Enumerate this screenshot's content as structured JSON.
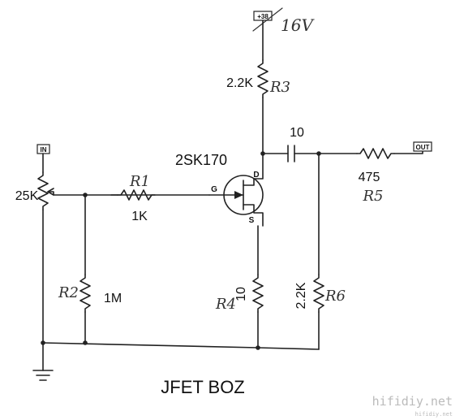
{
  "title": "JFET BOZ",
  "watermark_main": "hifidiy.net",
  "watermark_small": "hifidiy.net",
  "terminals": {
    "in": "IN",
    "out": "OUT",
    "supply_tag": "+38"
  },
  "supply_note": "16V",
  "transistor": {
    "part": "2SK170",
    "gate": "G",
    "drain": "D",
    "source": "S"
  },
  "components": {
    "pot": {
      "value": "25K"
    },
    "r1": {
      "ref": "R1",
      "value": "1K"
    },
    "r2": {
      "ref": "R2",
      "value": "1M"
    },
    "r3": {
      "ref": "R3",
      "value": "2.2K"
    },
    "r4": {
      "ref": "R4",
      "value": "10"
    },
    "r5": {
      "ref": "R5",
      "value": "475"
    },
    "r6": {
      "ref": "R6",
      "value": "2.2K"
    },
    "cap": {
      "value": "10"
    }
  },
  "colors": {
    "ink": "#222222",
    "pencil": "#333333",
    "watermark": "#bbbbbb",
    "paper": "#ffffff"
  }
}
